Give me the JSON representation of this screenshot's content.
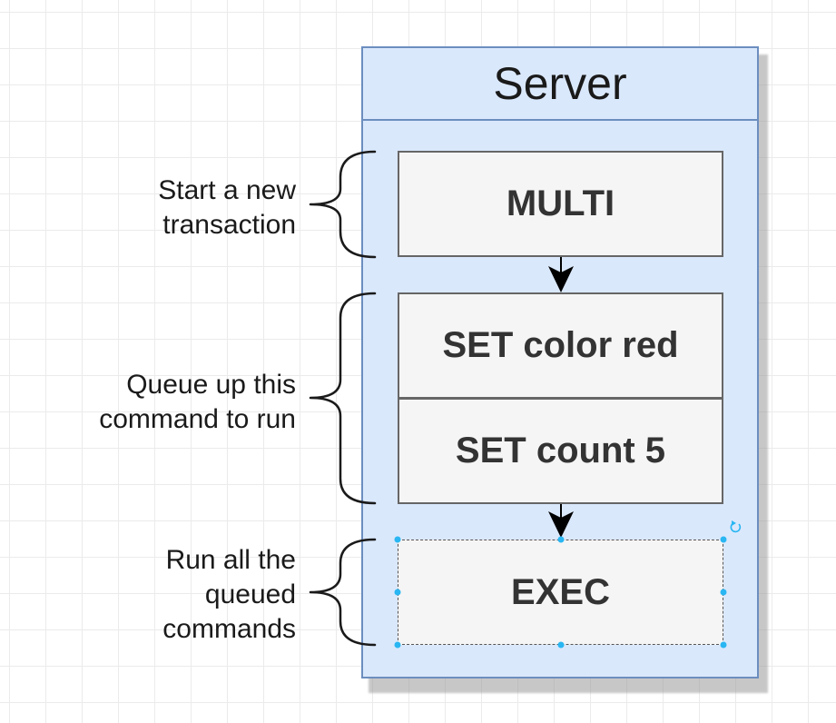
{
  "server": {
    "title": "Server"
  },
  "commands": {
    "multi": "MULTI",
    "set_color": "SET color red",
    "set_count": "SET count 5",
    "exec": "EXEC"
  },
  "annotations": {
    "start": [
      "Start a new",
      "transaction"
    ],
    "queue": [
      "Queue up this",
      "command to run"
    ],
    "run": [
      "Run all the",
      "queued",
      "commands"
    ]
  },
  "colors": {
    "server_fill": "#dae8fc",
    "server_stroke": "#6c8ebf",
    "command_fill": "#f5f5f5",
    "command_stroke": "#666666",
    "selection_handle": "#29b6f2"
  }
}
